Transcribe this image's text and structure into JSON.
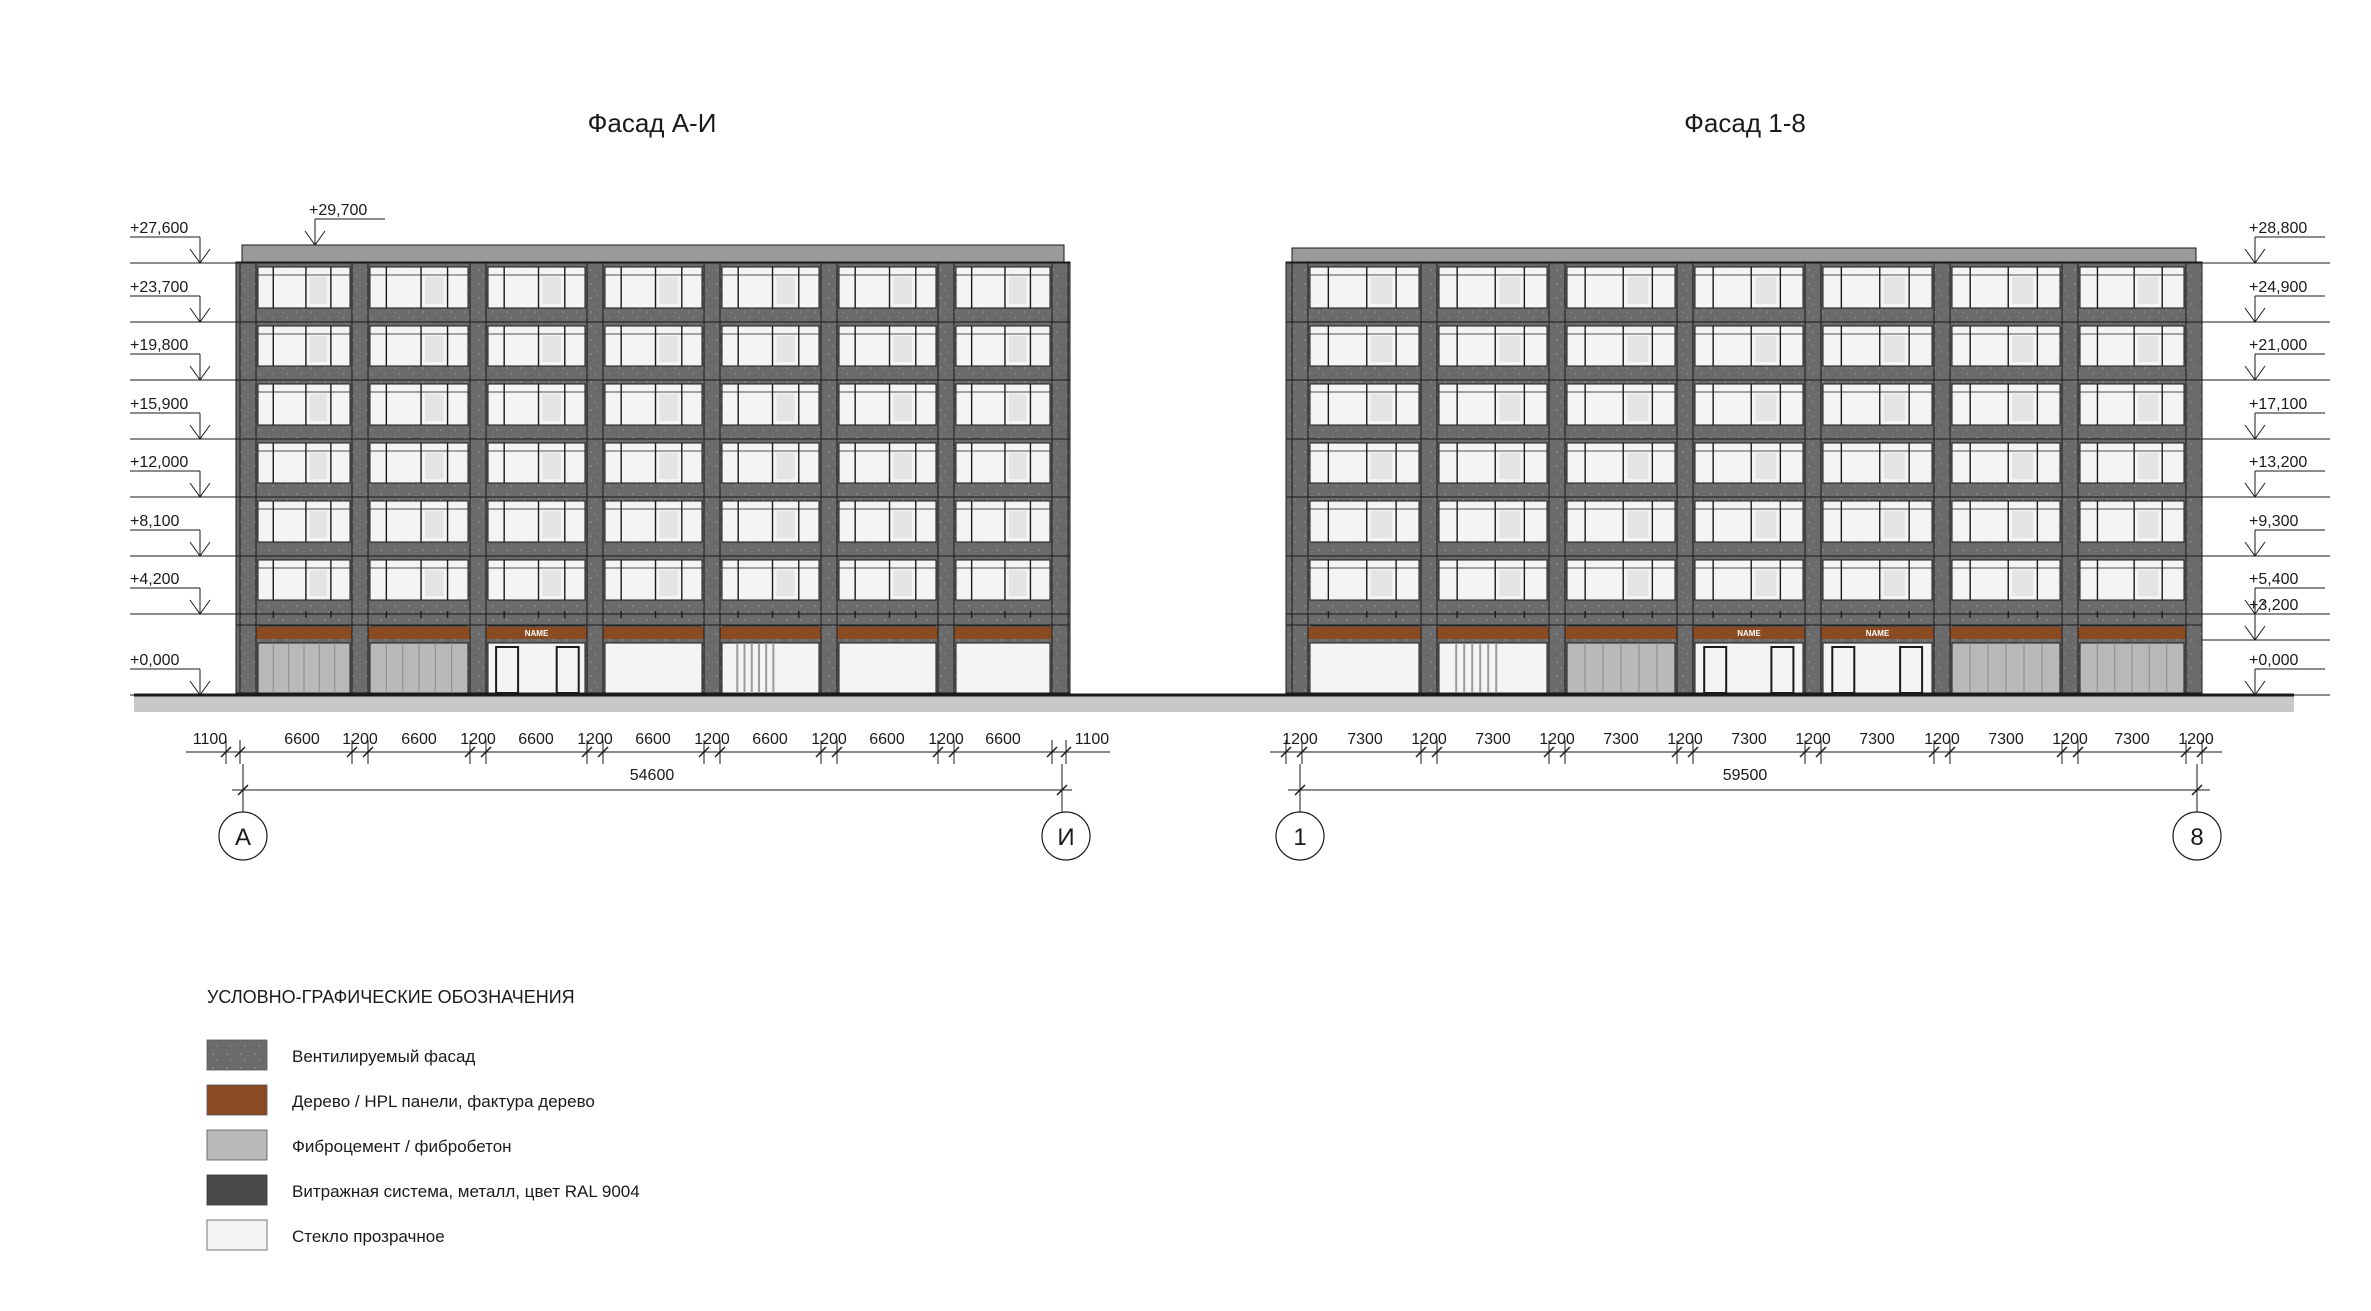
{
  "colors": {
    "ventilated_facade": "#6b6b6b",
    "wood_hpl": "#8a4a22",
    "fiber_cement": "#b9b9b9",
    "curtain_wall": "#4a4a4a",
    "glass": "#f4f4f4",
    "ground": "#c8c8c8"
  },
  "facade_left": {
    "title": "Фасад А-И",
    "levels": [
      "+29,700",
      "+27,600",
      "+23,700",
      "+19,800",
      "+15,900",
      "+12,000",
      "+8,100",
      "+4,200",
      "+0,000"
    ],
    "bay_dims": [
      "1100",
      "6600",
      "1200",
      "6600",
      "1200",
      "6600",
      "1200",
      "6600",
      "1200",
      "6600",
      "1200",
      "6600",
      "1200",
      "6600",
      "1100"
    ],
    "overall_dim": "54600",
    "axis_start": "А",
    "axis_end": "И",
    "shop_sign": "NAME"
  },
  "facade_right": {
    "title": "Фасад 1-8",
    "levels": [
      "+28,800",
      "+24,900",
      "+21,000",
      "+17,100",
      "+13,200",
      "+9,300",
      "+5,400",
      "+3,200",
      "+0,000"
    ],
    "bay_dims": [
      "1200",
      "7300",
      "1200",
      "7300",
      "1200",
      "7300",
      "1200",
      "7300",
      "1200",
      "7300",
      "1200",
      "7300",
      "1200",
      "7300",
      "1200"
    ],
    "overall_dim": "59500",
    "axis_start": "1",
    "axis_end": "8",
    "shop_signs": [
      "NAME",
      "NAME"
    ]
  },
  "legend": {
    "title": "УСЛОВНО-ГРАФИЧЕСКИЕ ОБОЗНАЧЕНИЯ",
    "items": [
      {
        "label": "Вентилируемый фасад",
        "swatch": "ventilated_facade"
      },
      {
        "label": "Дерево / HPL панели, фактура дерево",
        "swatch": "wood_hpl"
      },
      {
        "label": "Фиброцемент / фибробетон",
        "swatch": "fiber_cement"
      },
      {
        "label": "Витражная система, металл, цвет RAL 9004",
        "swatch": "curtain_wall"
      },
      {
        "label": "Стекло прозрачное",
        "swatch": "glass"
      }
    ]
  }
}
